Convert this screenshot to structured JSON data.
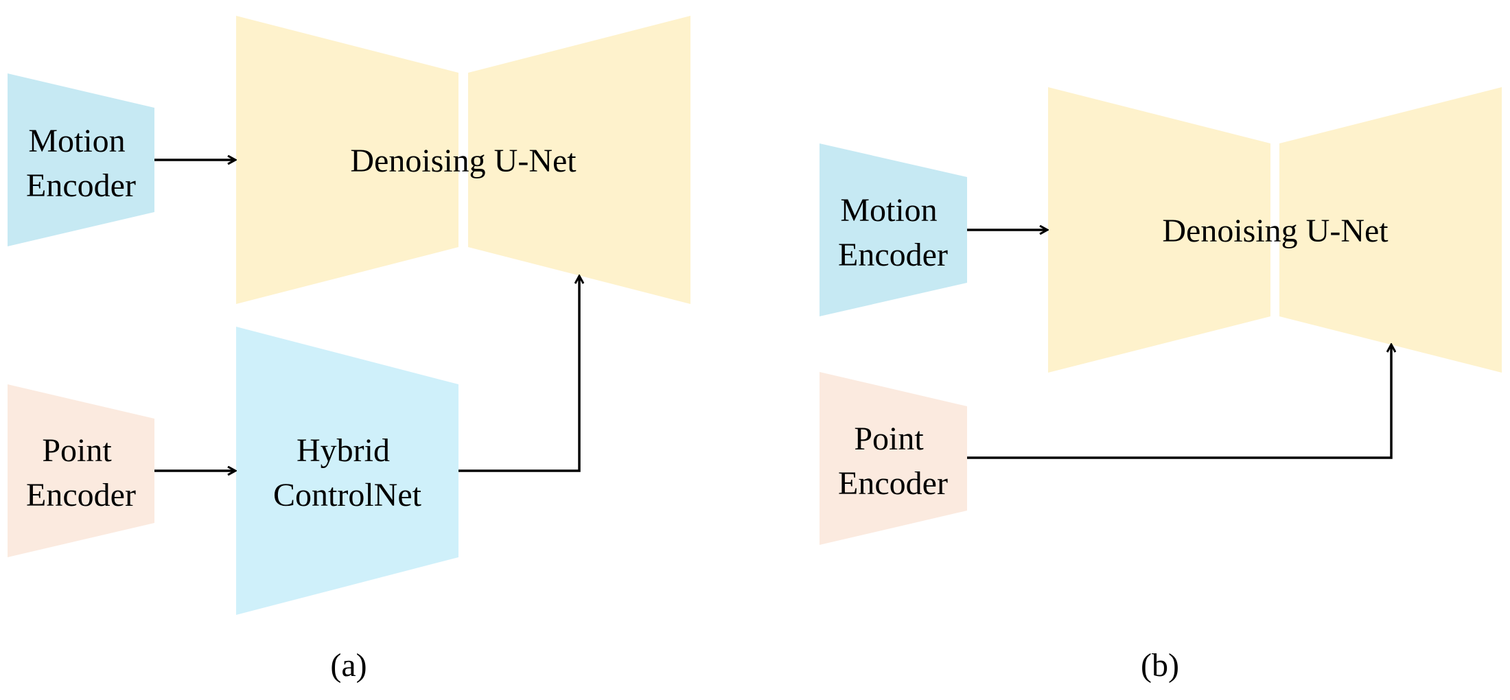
{
  "colors": {
    "motion_encoder": "#c6e9f3",
    "point_encoder": "#fbeadf",
    "unet": "#fef2cc",
    "controlnet": "#cff0fa",
    "arrow": "#000000"
  },
  "panel_a": {
    "motion_encoder": [
      "Motion",
      "Encoder"
    ],
    "point_encoder": [
      "Point",
      "Encoder"
    ],
    "unet": "Denoising U-Net",
    "controlnet": [
      "Hybrid",
      "ControlNet"
    ],
    "caption": "(a)"
  },
  "panel_b": {
    "motion_encoder": [
      "Motion",
      "Encoder"
    ],
    "point_encoder": [
      "Point",
      "Encoder"
    ],
    "unet": "Denoising U-Net",
    "caption": "(b)"
  }
}
